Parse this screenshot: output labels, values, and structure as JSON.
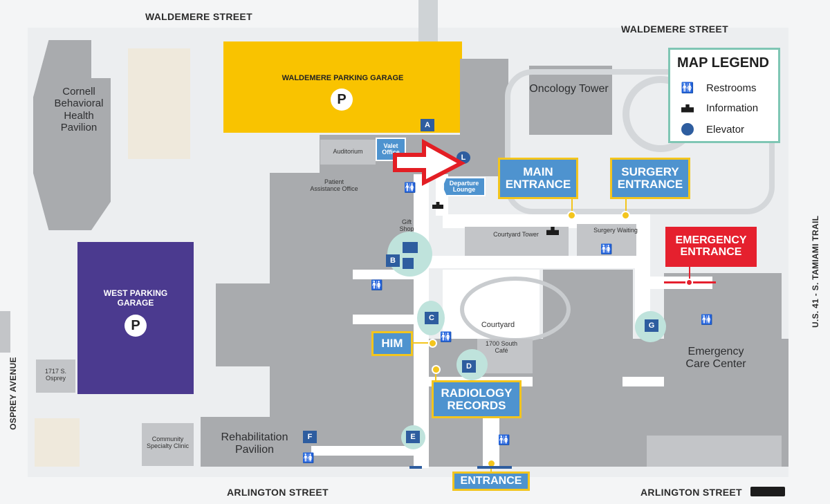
{
  "streets": {
    "top_left": "WALDEMERE STREET",
    "top_right": "WALDEMERE STREET",
    "bottom_left": "ARLINGTON STREET",
    "bottom_right": "ARLINGTON STREET",
    "left": "OSPREY AVENUE",
    "right": "U.S. 41 - S. TAMIAMI TRAIL"
  },
  "buildings": {
    "cornell": "Cornell Behavioral Health Pavilion",
    "waldemere_garage": "WALDEMERE PARKING GARAGE",
    "west_garage": "WEST PARKING GARAGE",
    "parking_symbol": "P",
    "oncology": "Oncology Tower",
    "auditorium": "Auditorium",
    "valet": "Valet Office",
    "patient_assistance": "Patient Assistance Office",
    "departure_lounge": "Departure Lounge",
    "gift_shop": "Gift Shop",
    "courtyard_tower": "Courtyard Tower",
    "surgery_waiting": "Surgery Waiting",
    "courtyard": "Courtyard",
    "cafe": "1700 South Café",
    "osprey_1717": "1717 S. Osprey",
    "community_clinic": "Community Specialty Clinic",
    "rehab": "Rehabilitation Pavilion",
    "emergency_center": "Emergency Care Center"
  },
  "signs": {
    "main_entrance": "MAIN ENTRANCE",
    "surgery_entrance": "SURGERY ENTRANCE",
    "emergency_entrance": "EMERGENCY ENTRANCE",
    "him": "HIM",
    "radiology": "RADIOLOGY RECORDS",
    "entrance": "ENTRANCE"
  },
  "elevators": [
    "A",
    "B",
    "C",
    "D",
    "E",
    "F",
    "G",
    "L"
  ],
  "legend": {
    "title": "MAP LEGEND",
    "items": [
      {
        "label": "Restrooms",
        "icon": "restroom-icon"
      },
      {
        "label": "Information",
        "icon": "information-icon"
      },
      {
        "label": "Elevator",
        "icon": "elevator-icon"
      }
    ]
  },
  "colors": {
    "waldemere_garage": "#f9c300",
    "west_garage": "#4b3a8f",
    "sign_blue": "#4e93cf",
    "sign_border": "#f3c51d",
    "emergency_red": "#e5202e",
    "arrow_red": "#e31e24",
    "elevator_blue": "#2e5d9f",
    "legend_border": "#7fc6b4"
  }
}
